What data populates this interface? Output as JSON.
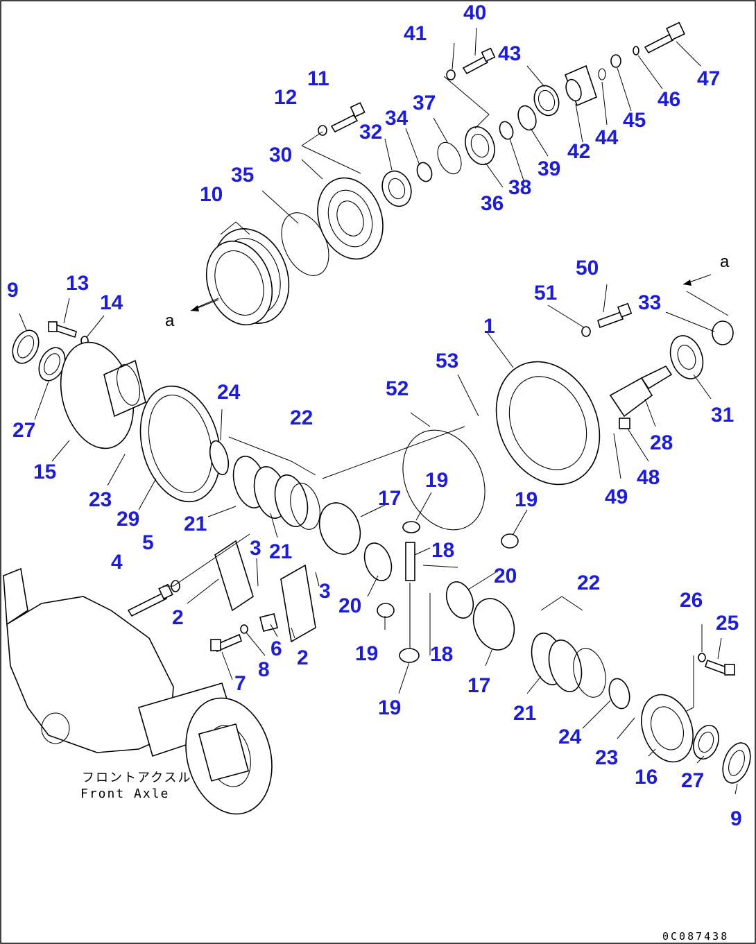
{
  "callouts": [
    "1",
    "2",
    "3",
    "4",
    "5",
    "6",
    "7",
    "8",
    "9",
    "10",
    "11",
    "12",
    "13",
    "14",
    "15",
    "16",
    "17",
    "18",
    "19",
    "20",
    "21",
    "22",
    "23",
    "24",
    "25",
    "26",
    "27",
    "28",
    "29",
    "30",
    "31",
    "32",
    "33",
    "34",
    "35",
    "36",
    "37",
    "38",
    "39",
    "40",
    "41",
    "42",
    "43",
    "44",
    "45",
    "46",
    "47",
    "48",
    "49",
    "50",
    "51",
    "52",
    "53"
  ],
  "connector_label": "a",
  "assembly_caption_jp": "フロントアクスル",
  "assembly_caption_en": "Front Axle",
  "drawing_reference": "0C087438",
  "colors": {
    "callout": "#1d1dd6",
    "line": "#000000",
    "background": "#ffffff"
  }
}
